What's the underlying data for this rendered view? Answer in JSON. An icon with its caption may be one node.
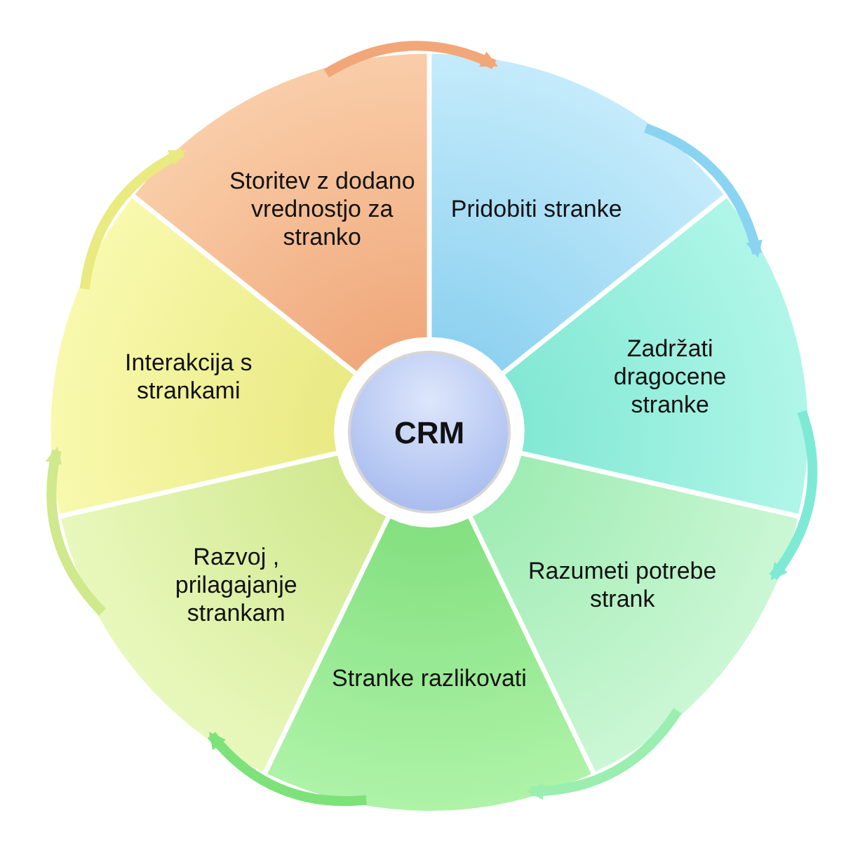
{
  "diagram": {
    "nodes": [
      {
        "text": [
          "CRM"
        ]
      },
      {
        "text": [
          "Pridobiti stranke"
        ]
      },
      {
        "text": [
          "Zadržati dragocene stranke"
        ]
      },
      {
        "text": [
          "Razumeti potrebe strank"
        ]
      },
      {
        "text": [
          "Stranke razlikovati"
        ]
      },
      {
        "text": [
          "Razvoj , prilagajanje strankam"
        ]
      },
      {
        "text": [
          "Interakcija s strankami"
        ]
      },
      {
        "text": [
          "Storitev z dodano vrednostjo za stranko"
        ]
      }
    ],
    "edges": [
      {
        "from": 1,
        "to": 2,
        "arrow": "to",
        "color": "#8ad4f2"
      },
      {
        "from": 2,
        "to": 3,
        "arrow": "to",
        "color": "#7eead6"
      },
      {
        "from": 3,
        "to": 4,
        "arrow": "to",
        "color": "#9aeeb0"
      },
      {
        "from": 4,
        "to": 5,
        "arrow": "to",
        "color": "#7ee27a"
      },
      {
        "from": 5,
        "to": 6,
        "arrow": "to",
        "color": "#cfe98c"
      },
      {
        "from": 6,
        "to": 7,
        "arrow": "to",
        "color": "#e9ea80"
      },
      {
        "from": 7,
        "to": 1,
        "arrow": "to",
        "color": "#f2a778"
      }
    ]
  }
}
